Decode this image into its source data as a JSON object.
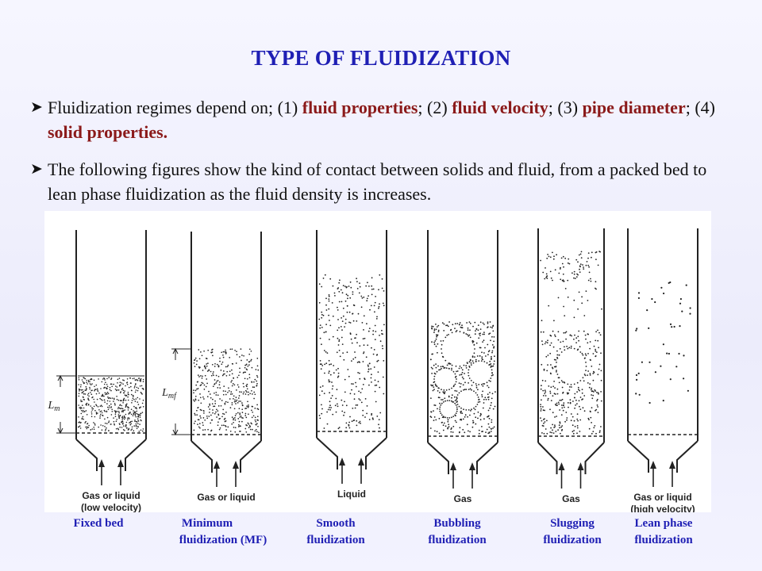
{
  "colors": {
    "title": "#1f1fb4",
    "highlight": "#8b1a1a",
    "caption": "#1f1fb4",
    "ink": "#222222"
  },
  "title": "TYPE OF FLUIDIZATION",
  "bullets": [
    {
      "icon": "arrow-bullet-icon",
      "parts": [
        {
          "text": "Fluidization regimes depend on; (1) ",
          "hl": false
        },
        {
          "text": "fluid properties",
          "hl": true
        },
        {
          "text": "; (2) ",
          "hl": false
        },
        {
          "text": "fluid velocity",
          "hl": true
        },
        {
          "text": "; (3) ",
          "hl": false
        },
        {
          "text": "pipe diameter",
          "hl": true
        },
        {
          "text": "; (4) ",
          "hl": false
        },
        {
          "text": "solid properties.",
          "hl": true
        }
      ]
    },
    {
      "icon": "arrow-bullet-icon",
      "parts": [
        {
          "text": "The following figures show the kind of contact between solids and fluid, from a packed bed to lean phase fluidization as the fluid density is increases.",
          "hl": false
        }
      ]
    }
  ],
  "figure": {
    "columns": [
      {
        "key": "fixed",
        "bed_label": "L",
        "bed_sub": "m",
        "inlet": [
          "Gas or liquid",
          "(low velocity)"
        ]
      },
      {
        "key": "minimum",
        "bed_label": "L",
        "bed_sub": "mf",
        "inlet": [
          "Gas or liquid"
        ]
      },
      {
        "key": "smooth",
        "inlet": [
          "Liquid"
        ]
      },
      {
        "key": "bubbling",
        "inlet": [
          "Gas"
        ]
      },
      {
        "key": "slugging",
        "inlet": [
          "Gas"
        ]
      },
      {
        "key": "lean",
        "inlet": [
          "Gas or liquid",
          "(high velocity)"
        ]
      }
    ]
  },
  "captions": [
    [
      "Fixed bed",
      ""
    ],
    [
      "Minimum",
      "fluidization (MF)"
    ],
    [
      "Smooth",
      "fluidization"
    ],
    [
      "Bubbling",
      "fluidization"
    ],
    [
      "Slugging",
      "fluidization"
    ],
    [
      "Lean phase",
      "fluidization"
    ]
  ]
}
